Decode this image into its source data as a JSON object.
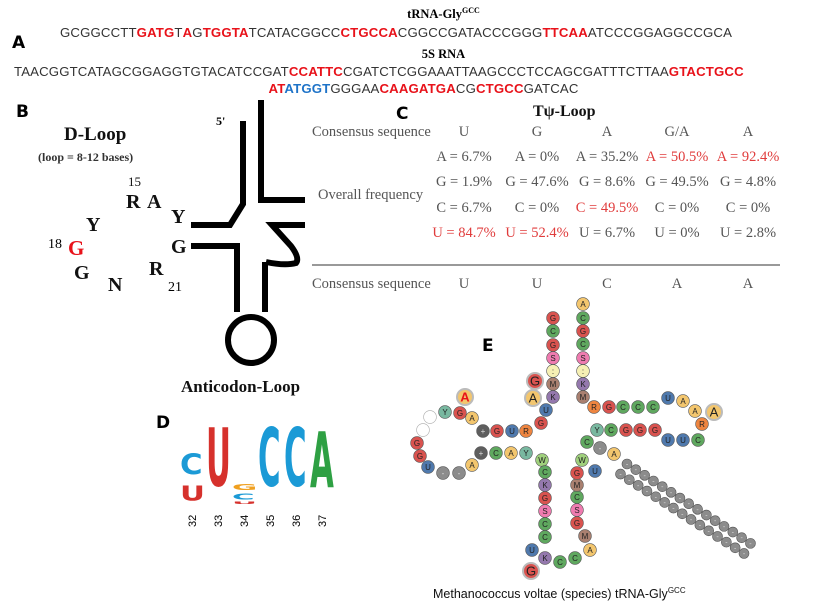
{
  "panels": {
    "a": "A",
    "b": "B",
    "c": "C",
    "d": "D",
    "e": "E"
  },
  "panel_a": {
    "trna_title": "tRNA-Gly",
    "trna_title_sup": "GCC",
    "trna_sequence": [
      {
        "t": "GCGGCCTT",
        "c": "n"
      },
      {
        "t": "GATG",
        "c": "r"
      },
      {
        "t": "T",
        "c": "n"
      },
      {
        "t": "A",
        "c": "r"
      },
      {
        "t": "G",
        "c": "n"
      },
      {
        "t": "TGGTA",
        "c": "r"
      },
      {
        "t": "TCATACGGCC",
        "c": "n"
      },
      {
        "t": "CTGCCA",
        "c": "r"
      },
      {
        "t": "CGGCCGATACCCGGG",
        "c": "n"
      },
      {
        "t": "TTCAA",
        "c": "r"
      },
      {
        "t": "ATCCCGGAGGCCGCA",
        "c": "n"
      }
    ],
    "rna5s_title": "5S RNA",
    "rna5s_line1": [
      {
        "t": "TAACGGTCATAGCGGAGGTGTACATCCGAT",
        "c": "n"
      },
      {
        "t": "CCATTC",
        "c": "r"
      },
      {
        "t": "CGATCTCGGAAATTAAGCCCTCCAGCGATTTCTTAA",
        "c": "n"
      },
      {
        "t": "GTACTGCC",
        "c": "r"
      }
    ],
    "rna5s_line2": [
      {
        "t": "AT",
        "c": "r"
      },
      {
        "t": "ATGGT",
        "c": "b"
      },
      {
        "t": "GGGAA",
        "c": "n"
      },
      {
        "t": "CAAGATGA",
        "c": "r"
      },
      {
        "t": "CG",
        "c": "n"
      },
      {
        "t": "CTGCC",
        "c": "r"
      },
      {
        "t": "GATCAC",
        "c": "n"
      }
    ]
  },
  "panel_b": {
    "title": "D-Loop",
    "subtitle": "(loop = 8-12 bases)",
    "five_prime": "5'",
    "anticodon_label": "Anticodon-Loop",
    "bases": {
      "n15": "15",
      "R": "R",
      "A": "A",
      "Y1": "Y",
      "Y2": "Y",
      "n18": "18",
      "G18": "G",
      "G": "G",
      "N": "N",
      "R21": "R",
      "n21": "21",
      "Gp": "G"
    }
  },
  "panel_c": {
    "title": "Tψ-Loop",
    "consensus_label": "Consensus sequence",
    "frequency_label": "Overall frequency",
    "consensus_top": [
      "U",
      "G",
      "A",
      "G/A",
      "A"
    ],
    "rows": [
      [
        {
          "v": "A = 6.7%",
          "h": false
        },
        {
          "v": "A = 0%",
          "h": false
        },
        {
          "v": "A = 35.2%",
          "h": false
        },
        {
          "v": "A = 50.5%",
          "h": true
        },
        {
          "v": "A = 92.4%",
          "h": true
        }
      ],
      [
        {
          "v": "G = 1.9%",
          "h": false
        },
        {
          "v": "G = 47.6%",
          "h": false
        },
        {
          "v": "G = 8.6%",
          "h": false
        },
        {
          "v": "G = 49.5%",
          "h": false
        },
        {
          "v": "G = 4.8%",
          "h": false
        }
      ],
      [
        {
          "v": "C = 6.7%",
          "h": false
        },
        {
          "v": "C = 0%",
          "h": false
        },
        {
          "v": "C = 49.5%",
          "h": true
        },
        {
          "v": "C = 0%",
          "h": false
        },
        {
          "v": "C = 0%",
          "h": false
        }
      ],
      [
        {
          "v": "U = 84.7%",
          "h": true
        },
        {
          "v": "U = 52.4%",
          "h": true
        },
        {
          "v": "U = 6.7%",
          "h": false
        },
        {
          "v": "U = 0%",
          "h": false
        },
        {
          "v": "U = 2.8%",
          "h": false
        }
      ]
    ],
    "consensus_bottom": [
      "U",
      "U",
      "C",
      "A",
      "A"
    ],
    "highlight_color": "#e03c3c"
  },
  "panel_d": {
    "positions": [
      {
        "label": "32",
        "stack": [
          {
            "b": "U",
            "h": 0.25
          },
          {
            "b": "C",
            "h": 0.35
          }
        ]
      },
      {
        "label": "33",
        "stack": [
          {
            "b": "U",
            "h": 1.0
          }
        ]
      },
      {
        "label": "34",
        "stack": [
          {
            "b": "U",
            "h": 0.04
          },
          {
            "b": "C",
            "h": 0.1
          },
          {
            "b": "G",
            "h": 0.1
          }
        ]
      },
      {
        "label": "35",
        "stack": [
          {
            "b": "C",
            "h": 1.0
          }
        ]
      },
      {
        "label": "36",
        "stack": [
          {
            "b": "C",
            "h": 1.0
          }
        ]
      },
      {
        "label": "37",
        "stack": [
          {
            "b": "A",
            "h": 0.95
          }
        ]
      }
    ],
    "colors": {
      "A": "#2ea043",
      "C": "#1b9ad6",
      "G": "#f0a020",
      "U": "#d6312c"
    }
  },
  "panel_e": {
    "caption": "Methanococcus voltae (species) tRNA-Gly",
    "caption_sup": "GCC",
    "colors": {
      "G": "#d9534f",
      "C": "#5fa85f",
      "A": "#f3c66e",
      "U": "#4f79ad",
      "S": "#ef7bb0",
      "M": "#a98070",
      "K": "#9478ad",
      "R": "#ee8540",
      "Y": "#79b8a0",
      "W": "#9fd07c",
      ":": "#f6f0b4",
      "+": "#5e5e5e",
      "-": "#8c8c8c",
      "o": "#ffffff"
    },
    "acceptor_5p": [
      "G",
      "C",
      "G",
      "S",
      ":",
      "M",
      "K"
    ],
    "connector_5p": [
      "U",
      "G",
      "R",
      "U",
      "G",
      "+"
    ],
    "d_arm": [
      "A",
      "G",
      "Y",
      "o",
      "o",
      "G",
      "G",
      "U",
      "-",
      "-",
      "A"
    ],
    "d_stem_3p": [
      "+",
      "C",
      "A",
      "Y",
      "W"
    ],
    "anticodon_5p": [
      "C",
      "K",
      "G",
      "S",
      "C",
      "C"
    ],
    "anticodon_loop": [
      "U",
      "K",
      "C",
      "C",
      "A"
    ],
    "anticodon_3p": [
      "M",
      "G",
      "S",
      "C",
      "M",
      "G",
      "W"
    ],
    "variable": [
      "U"
    ],
    "t_arm_5p": [
      "C",
      "-",
      "A"
    ],
    "t_stem": [
      "Y",
      "C",
      "G",
      "G",
      "G",
      "U",
      "U",
      "C"
    ],
    "t_loop": [
      "R",
      "A",
      "A",
      "U"
    ],
    "t_stem_3p": [
      "C",
      "C",
      "C",
      "G",
      "R"
    ],
    "acceptor_3p": [
      "M",
      "K",
      ":",
      "S",
      "C",
      "G",
      "C",
      "A"
    ],
    "extras": {
      "g_top": "G",
      "a_top": "A",
      "a_red": "A",
      "a_right": "A",
      "g_bottom": "G"
    },
    "grey_loop_count": 30,
    "grey_symbol": "-"
  }
}
